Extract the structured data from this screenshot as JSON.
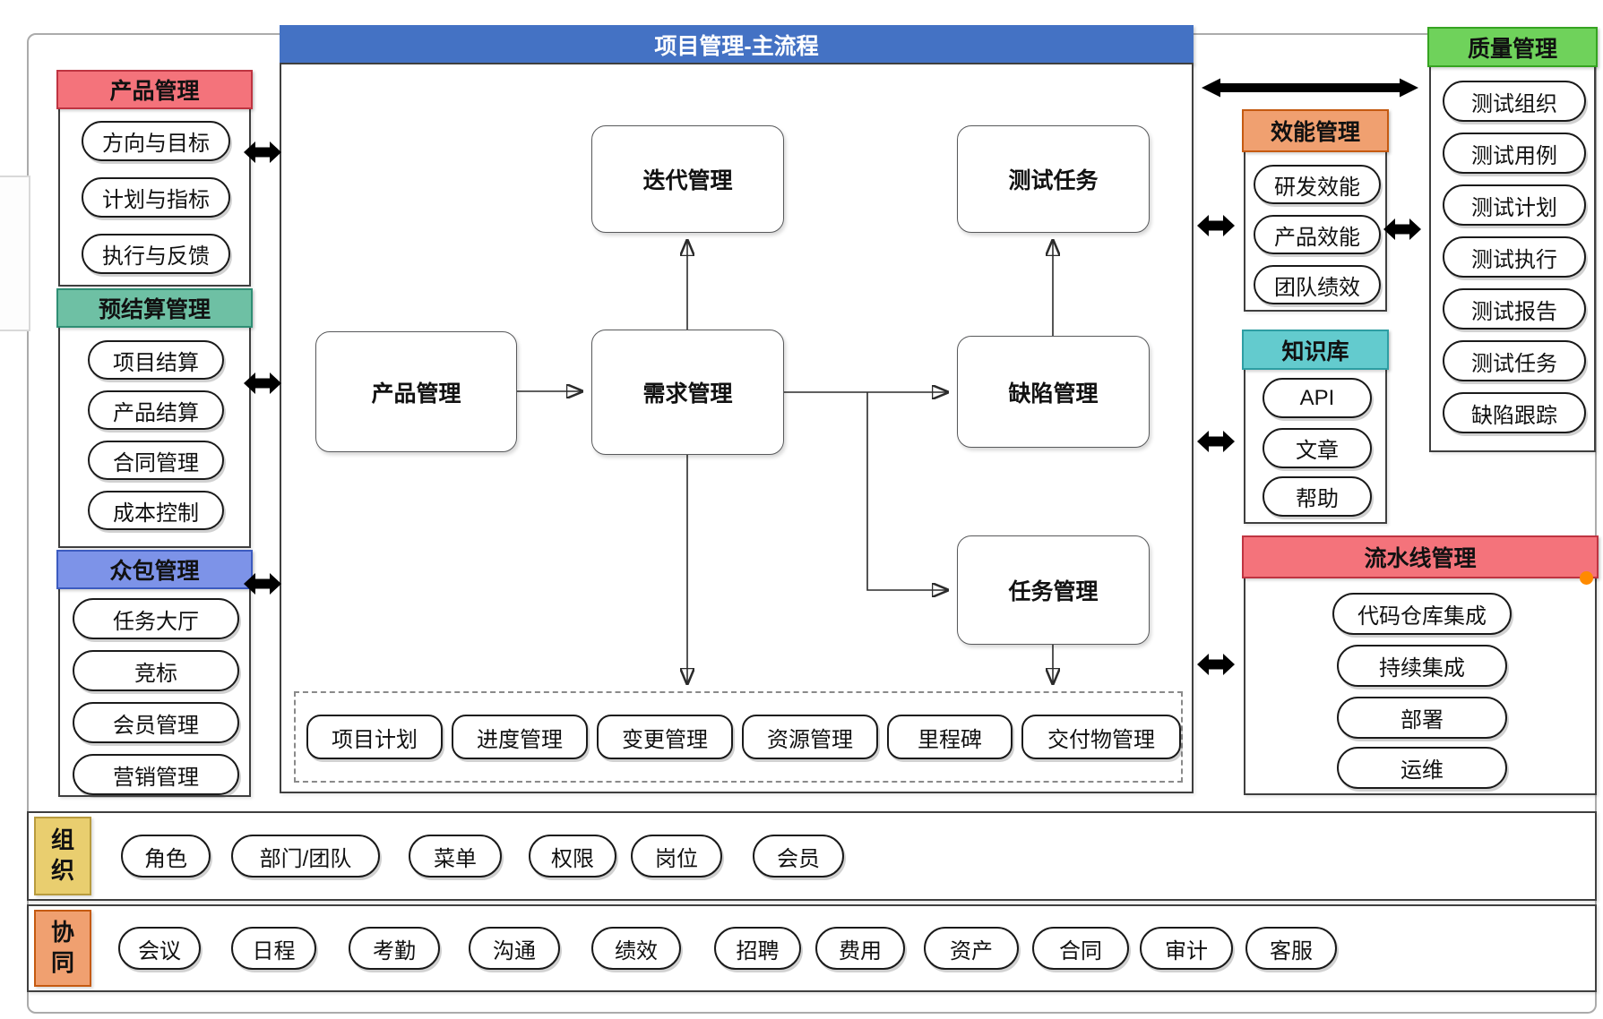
{
  "colors": {
    "frame_border": "#ABABAB",
    "section_border": "#3F3F3F",
    "main_header_bg": "#4472C4",
    "main_header_text": "#FFFFFF",
    "arrow_fill": "#A6A6A6",
    "arrow_stroke": "#111111",
    "selection_handle": "#FF8A00"
  },
  "left_sections": [
    {
      "title": "产品管理",
      "colors": {
        "bg": "#F4737B",
        "border": "#BF3441"
      },
      "items": [
        "方向与目标",
        "计划与指标",
        "执行与反馈"
      ]
    },
    {
      "title": "预结算管理",
      "colors": {
        "bg": "#6EC0A4",
        "border": "#2F8E74"
      },
      "items": [
        "项目结算",
        "产品结算",
        "合同管理",
        "成本控制"
      ]
    },
    {
      "title": "众包管理",
      "colors": {
        "bg": "#7D93E8",
        "border": "#3C5BC0"
      },
      "items": [
        "任务大厅",
        "竞标",
        "会员管理",
        "营销管理"
      ]
    }
  ],
  "main_flow": {
    "title": "项目管理-主流程",
    "nodes": {
      "iteration": "迭代管理",
      "test_task": "测试任务",
      "product": "产品管理",
      "requirement": "需求管理",
      "defect": "缺陷管理",
      "task": "任务管理"
    },
    "sub_items": [
      "项目计划",
      "进度管理",
      "变更管理",
      "资源管理",
      "里程碑",
      "交付物管理"
    ]
  },
  "right_sections": [
    {
      "title": "效能管理",
      "colors": {
        "bg": "#F0A070",
        "border": "#C55A11"
      },
      "items": [
        "研发效能",
        "产品效能",
        "团队绩效"
      ]
    },
    {
      "title": "知识库",
      "colors": {
        "bg": "#63CBCE",
        "border": "#2E9EA3"
      },
      "items": [
        "API",
        "文章",
        "帮助"
      ]
    },
    {
      "title": "质量管理",
      "colors": {
        "bg": "#6FD25B",
        "border": "#36A421"
      },
      "items": [
        "测试组织",
        "测试用例",
        "测试计划",
        "测试执行",
        "测试报告",
        "测试任务",
        "缺陷跟踪"
      ]
    },
    {
      "title": "流水线管理",
      "colors": {
        "bg": "#F4737B",
        "border": "#BF3441"
      },
      "items": [
        "代码仓库集成",
        "持续集成",
        "部署",
        "运维"
      ]
    }
  ],
  "bottom_rows": [
    {
      "title": "组织",
      "colors": {
        "bg": "#E9CE6F",
        "border": "#B89B3E"
      },
      "items": [
        "角色",
        "部门/团队",
        "菜单",
        "权限",
        "岗位",
        "会员"
      ]
    },
    {
      "title": "协同",
      "colors": {
        "bg": "#F0A070",
        "border": "#C55A11"
      },
      "items": [
        "会议",
        "日程",
        "考勤",
        "沟通",
        "绩效",
        "招聘",
        "费用",
        "资产",
        "合同",
        "审计",
        "客服"
      ]
    }
  ]
}
